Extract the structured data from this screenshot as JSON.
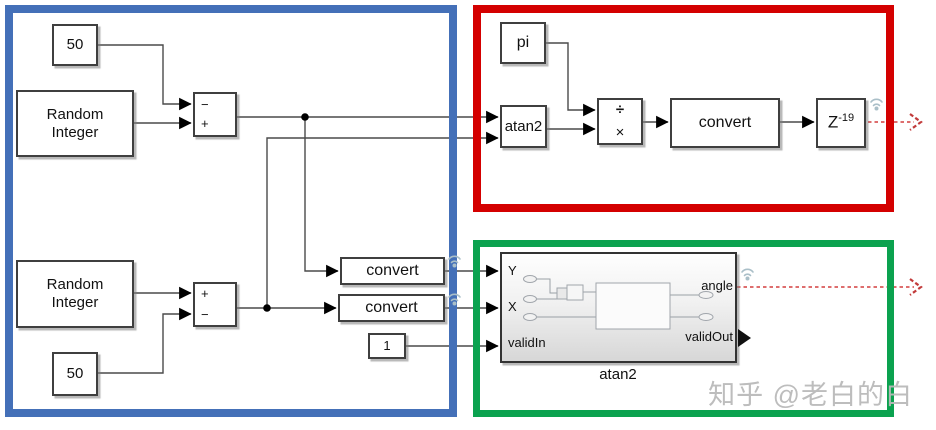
{
  "regions": {
    "blue_frame": {
      "color": "#4470b8"
    },
    "red_frame": {
      "color": "#d40000"
    },
    "green_frame": {
      "color": "#0ba24f"
    }
  },
  "blocks": {
    "const_fifty_top": {
      "label": "50"
    },
    "random_integer_top": {
      "label": "Random\nInteger"
    },
    "sum_top": {
      "top_sign": "−",
      "bottom_sign": "+"
    },
    "random_integer_bottom": {
      "label": "Random\nInteger"
    },
    "sum_bottom": {
      "top_sign": "+",
      "bottom_sign": "−"
    },
    "const_fifty_bottom": {
      "label": "50"
    },
    "convert_y": {
      "label": "convert"
    },
    "convert_x": {
      "label": "convert"
    },
    "const_one": {
      "label": "1"
    },
    "pi_const": {
      "label": "pi"
    },
    "atan2_block": {
      "label": "atan2"
    },
    "divide": {
      "top_sign": "÷",
      "bottom_sign": "×"
    },
    "convert_angle": {
      "label": "convert"
    },
    "delay": {
      "base": "Z",
      "exponent": "-19"
    },
    "atan2_subsystem": {
      "caption": "atan2",
      "input_ports": [
        "Y",
        "X",
        "validIn"
      ],
      "output_ports": [
        "angle",
        "validOut"
      ]
    }
  },
  "watermark": {
    "text": "知乎 @老白的白"
  }
}
